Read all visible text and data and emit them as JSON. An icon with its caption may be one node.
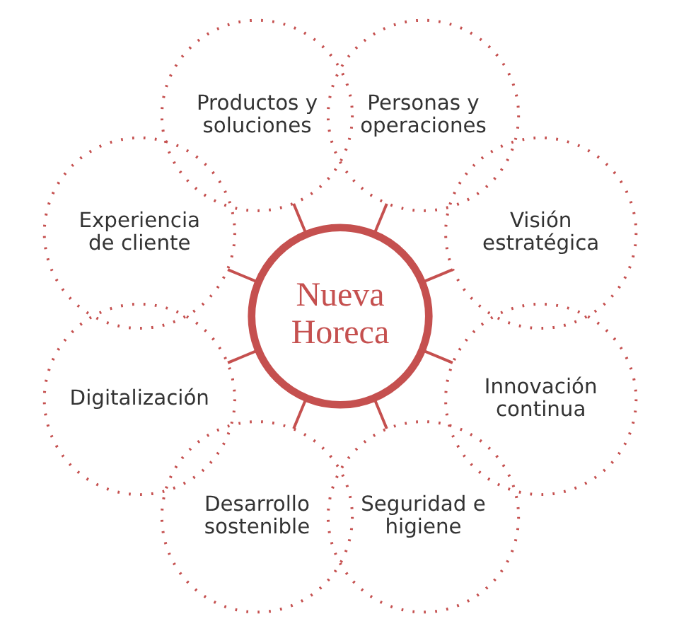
{
  "diagram": {
    "nodes": [
      {
        "text": [
          "Nueva Horeca"
        ]
      },
      {
        "text": [
          "Visión estratégica"
        ]
      },
      {
        "text": [
          "Personas y operaciones"
        ]
      },
      {
        "text": [
          "Productos y soluciones"
        ]
      },
      {
        "text": [
          "Experiencia de cliente"
        ]
      },
      {
        "text": [
          "Digitalización"
        ]
      },
      {
        "text": [
          "Desarrollo sostenible"
        ]
      },
      {
        "text": [
          "Seguridad e higiene"
        ]
      },
      {
        "text": [
          "Innovación continua"
        ]
      }
    ],
    "edges": [
      {
        "from": 0,
        "to": 1,
        "arrow": "none"
      },
      {
        "from": 0,
        "to": 2,
        "arrow": "none"
      },
      {
        "from": 0,
        "to": 3,
        "arrow": "none"
      },
      {
        "from": 0,
        "to": 4,
        "arrow": "none"
      },
      {
        "from": 0,
        "to": 5,
        "arrow": "none"
      },
      {
        "from": 0,
        "to": 6,
        "arrow": "none"
      },
      {
        "from": 0,
        "to": 7,
        "arrow": "none"
      },
      {
        "from": 0,
        "to": 8,
        "arrow": "none"
      }
    ]
  }
}
